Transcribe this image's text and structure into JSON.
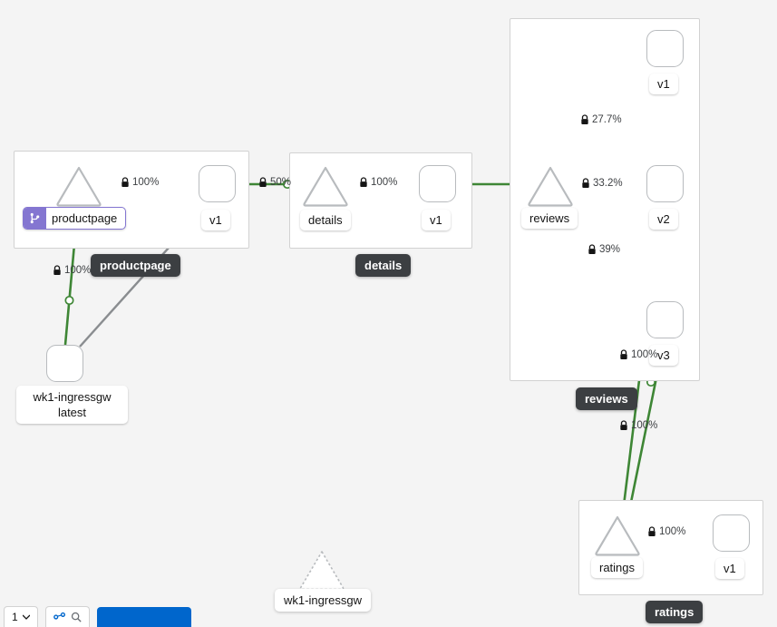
{
  "graph": {
    "background_color": "#f4f4f4",
    "edge_color_healthy": "#3e8635",
    "edge_color_idle": "#8a8d90",
    "badge_color": "#8476d1",
    "group_label_bg": "#3c3f42"
  },
  "groups": [
    {
      "name": "productpage",
      "label": "productpage"
    },
    {
      "name": "details",
      "label": "details"
    },
    {
      "name": "reviews",
      "label": "reviews"
    },
    {
      "name": "ratings",
      "label": "ratings"
    }
  ],
  "nodes": {
    "ingressgw": {
      "label_line1": "wk1-ingressgw",
      "label_line2": "latest"
    },
    "productpage_service": {
      "label": "productpage",
      "badge_icon": "code-branch-icon"
    },
    "productpage_v1": {
      "label": "v1"
    },
    "details_service": {
      "label": "details"
    },
    "details_v1": {
      "label": "v1"
    },
    "reviews_service": {
      "label": "reviews"
    },
    "reviews_v1": {
      "label": "v1"
    },
    "reviews_v2": {
      "label": "v2"
    },
    "reviews_v3": {
      "label": "v3"
    },
    "ratings_service": {
      "label": "ratings"
    },
    "ratings_v1": {
      "label": "v1"
    },
    "ghost_ingressgw": {
      "label": "wk1-ingressgw"
    }
  },
  "edge_labels": {
    "ingressgw_to_productpage": "100%",
    "productpage_svc_to_v1": "100%",
    "productpage_v1_to_details_svc": "50%",
    "details_svc_to_v1": "100%",
    "reviews_to_v1": "27.7%",
    "reviews_to_v2": "33.2%",
    "reviews_to_v3": "39%",
    "reviews_v2_to_ratings": "100%",
    "reviews_v3_to_ratings": "100%",
    "ratings_svc_to_v1": "100%"
  },
  "icons": {
    "lock": "lock-icon",
    "code_branch": "code-branch-icon"
  },
  "toolbar": {
    "zoom_label": "1",
    "legend_label": "",
    "primary_label": ""
  }
}
